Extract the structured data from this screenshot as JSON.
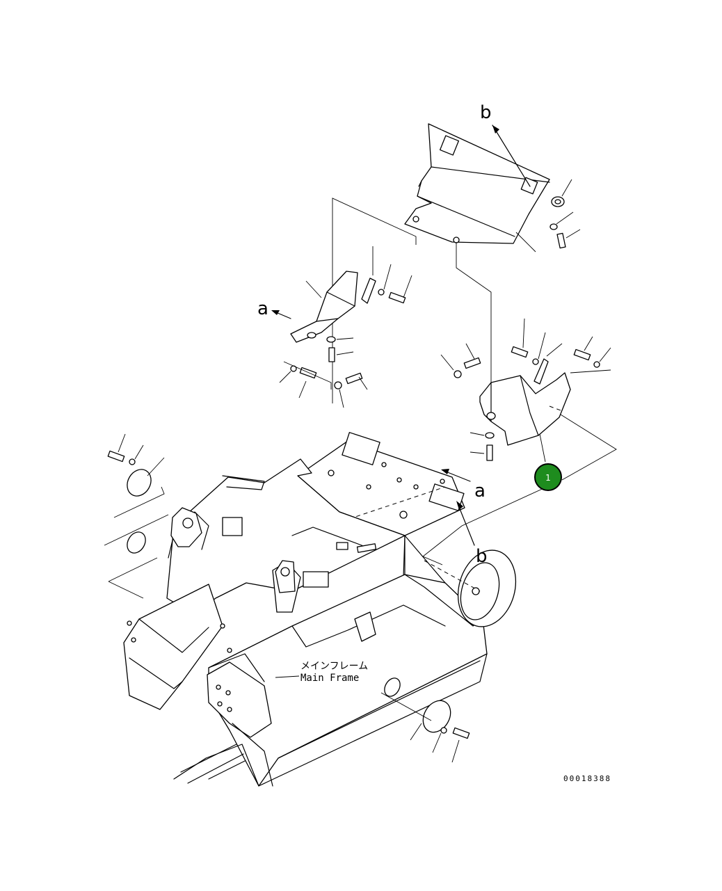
{
  "frame_label_jp": "メインフレーム",
  "frame_label_en": "Main Frame",
  "drawing_number": "00018388",
  "callouts": {
    "a_upper": "a",
    "a_lower": "a",
    "b_upper": "b",
    "b_lower": "b"
  },
  "badge": {
    "number": "1",
    "color": "#1e8c1e",
    "border": "#000000",
    "text_color": "#ffffff"
  }
}
